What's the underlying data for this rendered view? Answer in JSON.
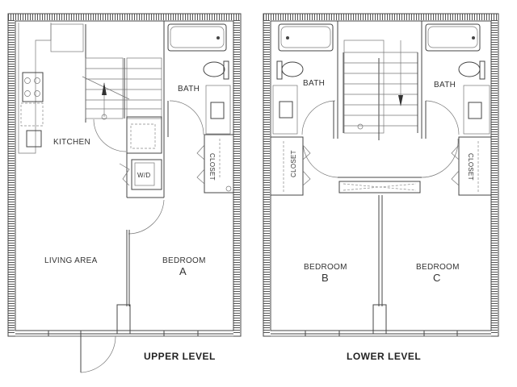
{
  "upper_level": {
    "caption": "UPPER LEVEL",
    "rooms": {
      "kitchen": "KITCHEN",
      "bath": "BATH",
      "washer_dryer": "W/D",
      "closet": "CLOSET",
      "living_area": "LIVING AREA",
      "bedroom": "BEDROOM",
      "bedroom_letter": "A"
    }
  },
  "lower_level": {
    "caption": "LOWER LEVEL",
    "rooms": {
      "bath_left": "BATH",
      "bath_right": "BATH",
      "closet_left": "CLOSET",
      "closet_right": "CLOSET",
      "bedroom_b": "BEDROOM",
      "bedroom_b_letter": "B",
      "bedroom_c": "BEDROOM",
      "bedroom_c_letter": "C"
    }
  }
}
